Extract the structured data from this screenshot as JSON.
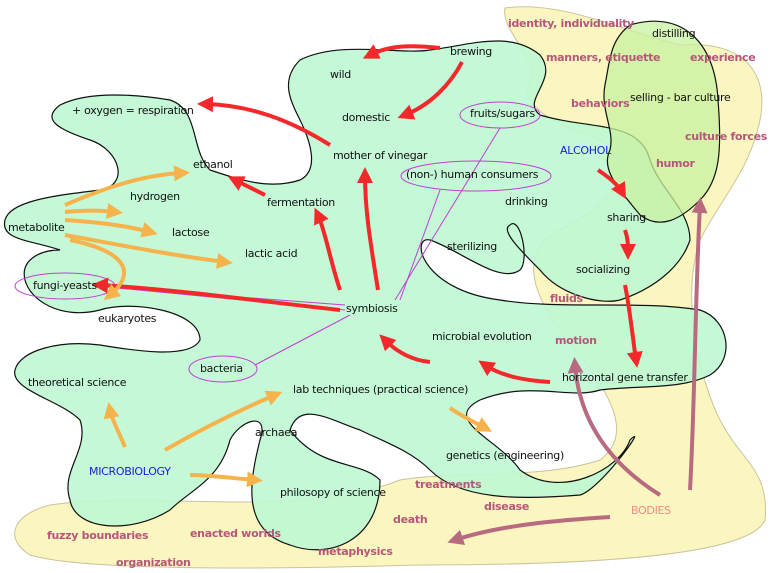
{
  "colors": {
    "science_fill": "#bff7d2",
    "culture_fill": "#fbf6bf",
    "overlap_fill": "#dcf5a8",
    "red_arrow": "#f2282a",
    "orange_arrow": "#f6b24b",
    "body_arrow": "#b86a80",
    "link_line": "#c040d0",
    "culture_text": "#b5577a",
    "heading_blue": "#1a1adb"
  },
  "concepts": {
    "brewing": "brewing",
    "wild": "wild",
    "domestic": "domestic",
    "oxygen": "+ oxygen = respiration",
    "fruits": "fruits/sugars",
    "vinegar": "mother of vinegar",
    "ethanol": "ethanol",
    "hydrogen": "hydrogen",
    "metabolite": "metabolite",
    "lactose": "lactose",
    "fermentation": "fermentation",
    "lactic": "lactic acid",
    "consumers": "(non-) human consumers",
    "drinking": "drinking",
    "sterilizing": "sterilizing",
    "alcohol": "ALCOHOL",
    "sharing": "sharing",
    "socializing": "socializing",
    "fungi": "fungi-yeasts",
    "eukaryotes": "eukaryotes",
    "symbiosis": "symbiosis",
    "microbial": "microbial evolution",
    "hgt": "horizontal gene transfer",
    "bacteria": "bacteria",
    "theoretical": "theoretical science",
    "lab": "lab techniques (practical science)",
    "archaea": "archaea",
    "genetics": "genetics (engineering)",
    "microbiology": "MICROBIOLOGY",
    "philosophy": "philosopy of science",
    "distilling": "distilling",
    "selling": "selling - bar culture"
  },
  "culture": {
    "identity": "identity, individuality",
    "manners": "manners, etiquette",
    "experience": "experience",
    "behaviors": "behaviors",
    "culture_forces": "culture forces",
    "humor": "humor",
    "fluids": "fluids",
    "motion": "motion",
    "treatments": "treatments",
    "disease": "disease",
    "death": "death",
    "bodies": "BODIES",
    "fuzzy": "fuzzy boundaries",
    "enacted": "enacted worlds",
    "metaphysics": "metaphysics",
    "organization": "organization"
  }
}
